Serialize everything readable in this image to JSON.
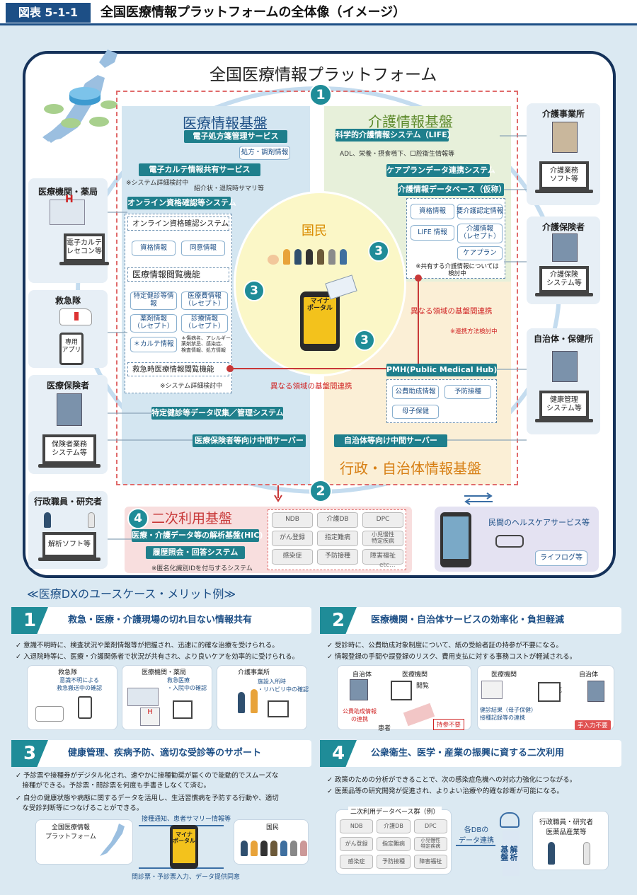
{
  "header": {
    "figure_no": "図表 5-1-1",
    "title": "全国医療情報プラットフォームの全体像（イメージ）"
  },
  "platform": {
    "title": "全国医療情報プラットフォーム"
  },
  "numbers": {
    "n1": "1",
    "n2": "2",
    "n3": "3",
    "n4": "4"
  },
  "medical": {
    "title": "医療情報基盤",
    "eprescription": "電子処方箋管理サービス",
    "prescription_info": "処方・調剤情報",
    "ehr_share": "電子カルテ情報共有サービス",
    "ehr_note": "※システム詳細検討中",
    "ehr_items": "紹介状・退院時サマリ等",
    "online_qual_sys": "オンライン資格確認等システム",
    "online_qual": "オンライン資格確認システム",
    "qual_info": "資格情報",
    "consent_info": "同意情報",
    "browse": "医療情報閲覧機能",
    "checkup": "特定健診等情報",
    "medfee": "医療費情報\n（レセプト）",
    "drug": "薬剤情報\n（レセプト）",
    "diag": "診療情報\n（レセプト）",
    "karte": "＊カルテ情報",
    "karte_note": "＊傷病名、アレルギー、\n薬剤禁忌、感染症、\n検査情報、処方情報",
    "emergency": "救急時医療情報閲覧機能",
    "sys_note": "※システム詳細検討中",
    "checkup_sys": "特定健診等データ収集／管理システム",
    "insurer_server": "医療保険者等向け中間サーバー"
  },
  "care": {
    "title": "介護情報基盤",
    "life": "科学的介護情報システム（LIFE）",
    "life_items": "ADL、栄養・摂食嚥下、口腔衛生情報等",
    "careplan_sys": "ケアプランデータ連携システム",
    "db": "介護情報データベース（仮称）",
    "qual": "資格情報",
    "cert": "要介護認定情報",
    "life_info": "LIFE 情報",
    "care_info": "介護情報\n（レセプト）",
    "careplan": "ケアプラン",
    "note": "※共有する介護情報については\n検討中"
  },
  "nation": {
    "label": "国民",
    "app": "マイナ\nポータル"
  },
  "links": {
    "cross1": "異なる領域の基盤間連携",
    "method_note": "※連携方法検討中",
    "cross2": "異なる領域の基盤間連携"
  },
  "gov": {
    "title": "行政・自治体情報基盤",
    "pmh": "PMH(Public Medical Hub)",
    "subsidy": "公費助成情報",
    "vaccine": "予防接種",
    "maternal": "母子保健",
    "server": "自治体等向け中間サーバー"
  },
  "secondary": {
    "title": "二次利用基盤",
    "hic": "医療・介護データ等の解析基盤(HIC)",
    "history": "履歴照会・回答システム",
    "note": "※匿名化識別IDを付与するシステム",
    "dbs": [
      "NDB",
      "介護DB",
      "DPC",
      "がん登録",
      "指定難病",
      "小児慢性\n特定疾病",
      "感染症",
      "予防接種",
      "障害福祉",
      "etc..."
    ]
  },
  "actors": {
    "hospital": "医療機関・薬局",
    "hospital_sw": "電子カルテ\nレセコン等",
    "ambulance": "救急隊",
    "amb_app": "専用\nアプリ",
    "insurer": "医療保険者",
    "insurer_sw": "保険者業務\nシステム等",
    "admin": "行政職員・研究者",
    "admin_sw": "解析ソフト等",
    "care_office": "介護事業所",
    "care_sw": "介護業務\nソフト等",
    "care_insurer": "介護保険者",
    "care_ins_sw": "介護保険\nシステム等",
    "local": "自治体・保健所",
    "local_sw": "健康管理\nシステム等",
    "private": "民間のヘルスケアサービス等",
    "lifelog": "ライフログ等"
  },
  "usecases": {
    "heading": "≪医療DXのユースケース・メリット例≫",
    "u1": {
      "num": "1",
      "title": "救急・医療・介護現場の切れ目ない情報共有",
      "b1": "✓ 意識不明時に、検査状況や薬剤情報等が把握され、迅速に的確な治療を受けられる。",
      "b2": "✓ 入退院時等に、医療・介護関係者で状況が共有され、より良いケアを効率的に受けられる。",
      "c1": "救急隊",
      "c1t": "意識不明による\n救急搬送中の確認",
      "c2": "医療機関・薬局",
      "c2t": "救急医療\n・入院中の確認",
      "c3": "介護事業所",
      "c3t": "施設入所時\n・リハビリ中の確認"
    },
    "u2": {
      "num": "2",
      "title": "医療機関・自治体サービスの効率化・負担軽減",
      "b1": "✓ 受診時に、公費助成対象制度について、紙の受給者証の持参が不要になる。",
      "b2": "✓ 情報登録の手間や誤登録のリスク、費用支払に対する事務コストが軽減される。",
      "l1": "自治体",
      "l2": "医療機関",
      "l3": "閲覧",
      "l4": "公費助成情報\nの連携",
      "l5": "患者",
      "l6": "持参不要",
      "r1": "医療機関",
      "r2": "閲覧",
      "r3": "自治体",
      "r4": "健診結果（母子保健）\n接種記録等の連携",
      "r5": "手入力不要"
    },
    "u3": {
      "num": "3",
      "title": "健康管理、疾病予防、適切な受診等のサポート",
      "b1": "✓ 予診票や接種券がデジタル化され、速やかに接種勧奨が届くので能動的でスムーズな\n　接種ができる。予診票・問診票を何度も手書きしなくて済む。",
      "b2": "✓ 自分の健康状態や病態に関するデータを活用し、生活習慣病を予防する行動や、適切\n　な受診判断等につなげることができる。",
      "p": "全国医療情報\nプラットフォーム",
      "top": "接種通知、患者サマリー情報等",
      "bottom": "問診票・予診票入力、データ提供同意",
      "app": "マイナ\nポータル",
      "nation": "国民"
    },
    "u4": {
      "num": "4",
      "title": "公衆衛生、医学・産業の振興に資する二次利用",
      "b1": "✓ 政策のための分析ができることで、次の感染症危機への対応力強化につながる。",
      "b2": "✓ 医薬品等の研究開発が促進され、よりよい治療や的確な診断が可能になる。",
      "db": "二次利用データベース群（例）",
      "dbs": [
        "NDB",
        "介護DB",
        "DPC",
        "がん登録",
        "指定難病",
        "小児慢性\n特定疾病",
        "感染症",
        "予防接種",
        "障害福祉"
      ],
      "link": "各DBの\nデータ連携",
      "base": "解析\n基盤",
      "users": "行政職員・研究者\n医薬品産業等"
    }
  },
  "colors": {
    "teal": "#1f8c98",
    "navy": "#1d4f86",
    "red": "#c83838"
  }
}
